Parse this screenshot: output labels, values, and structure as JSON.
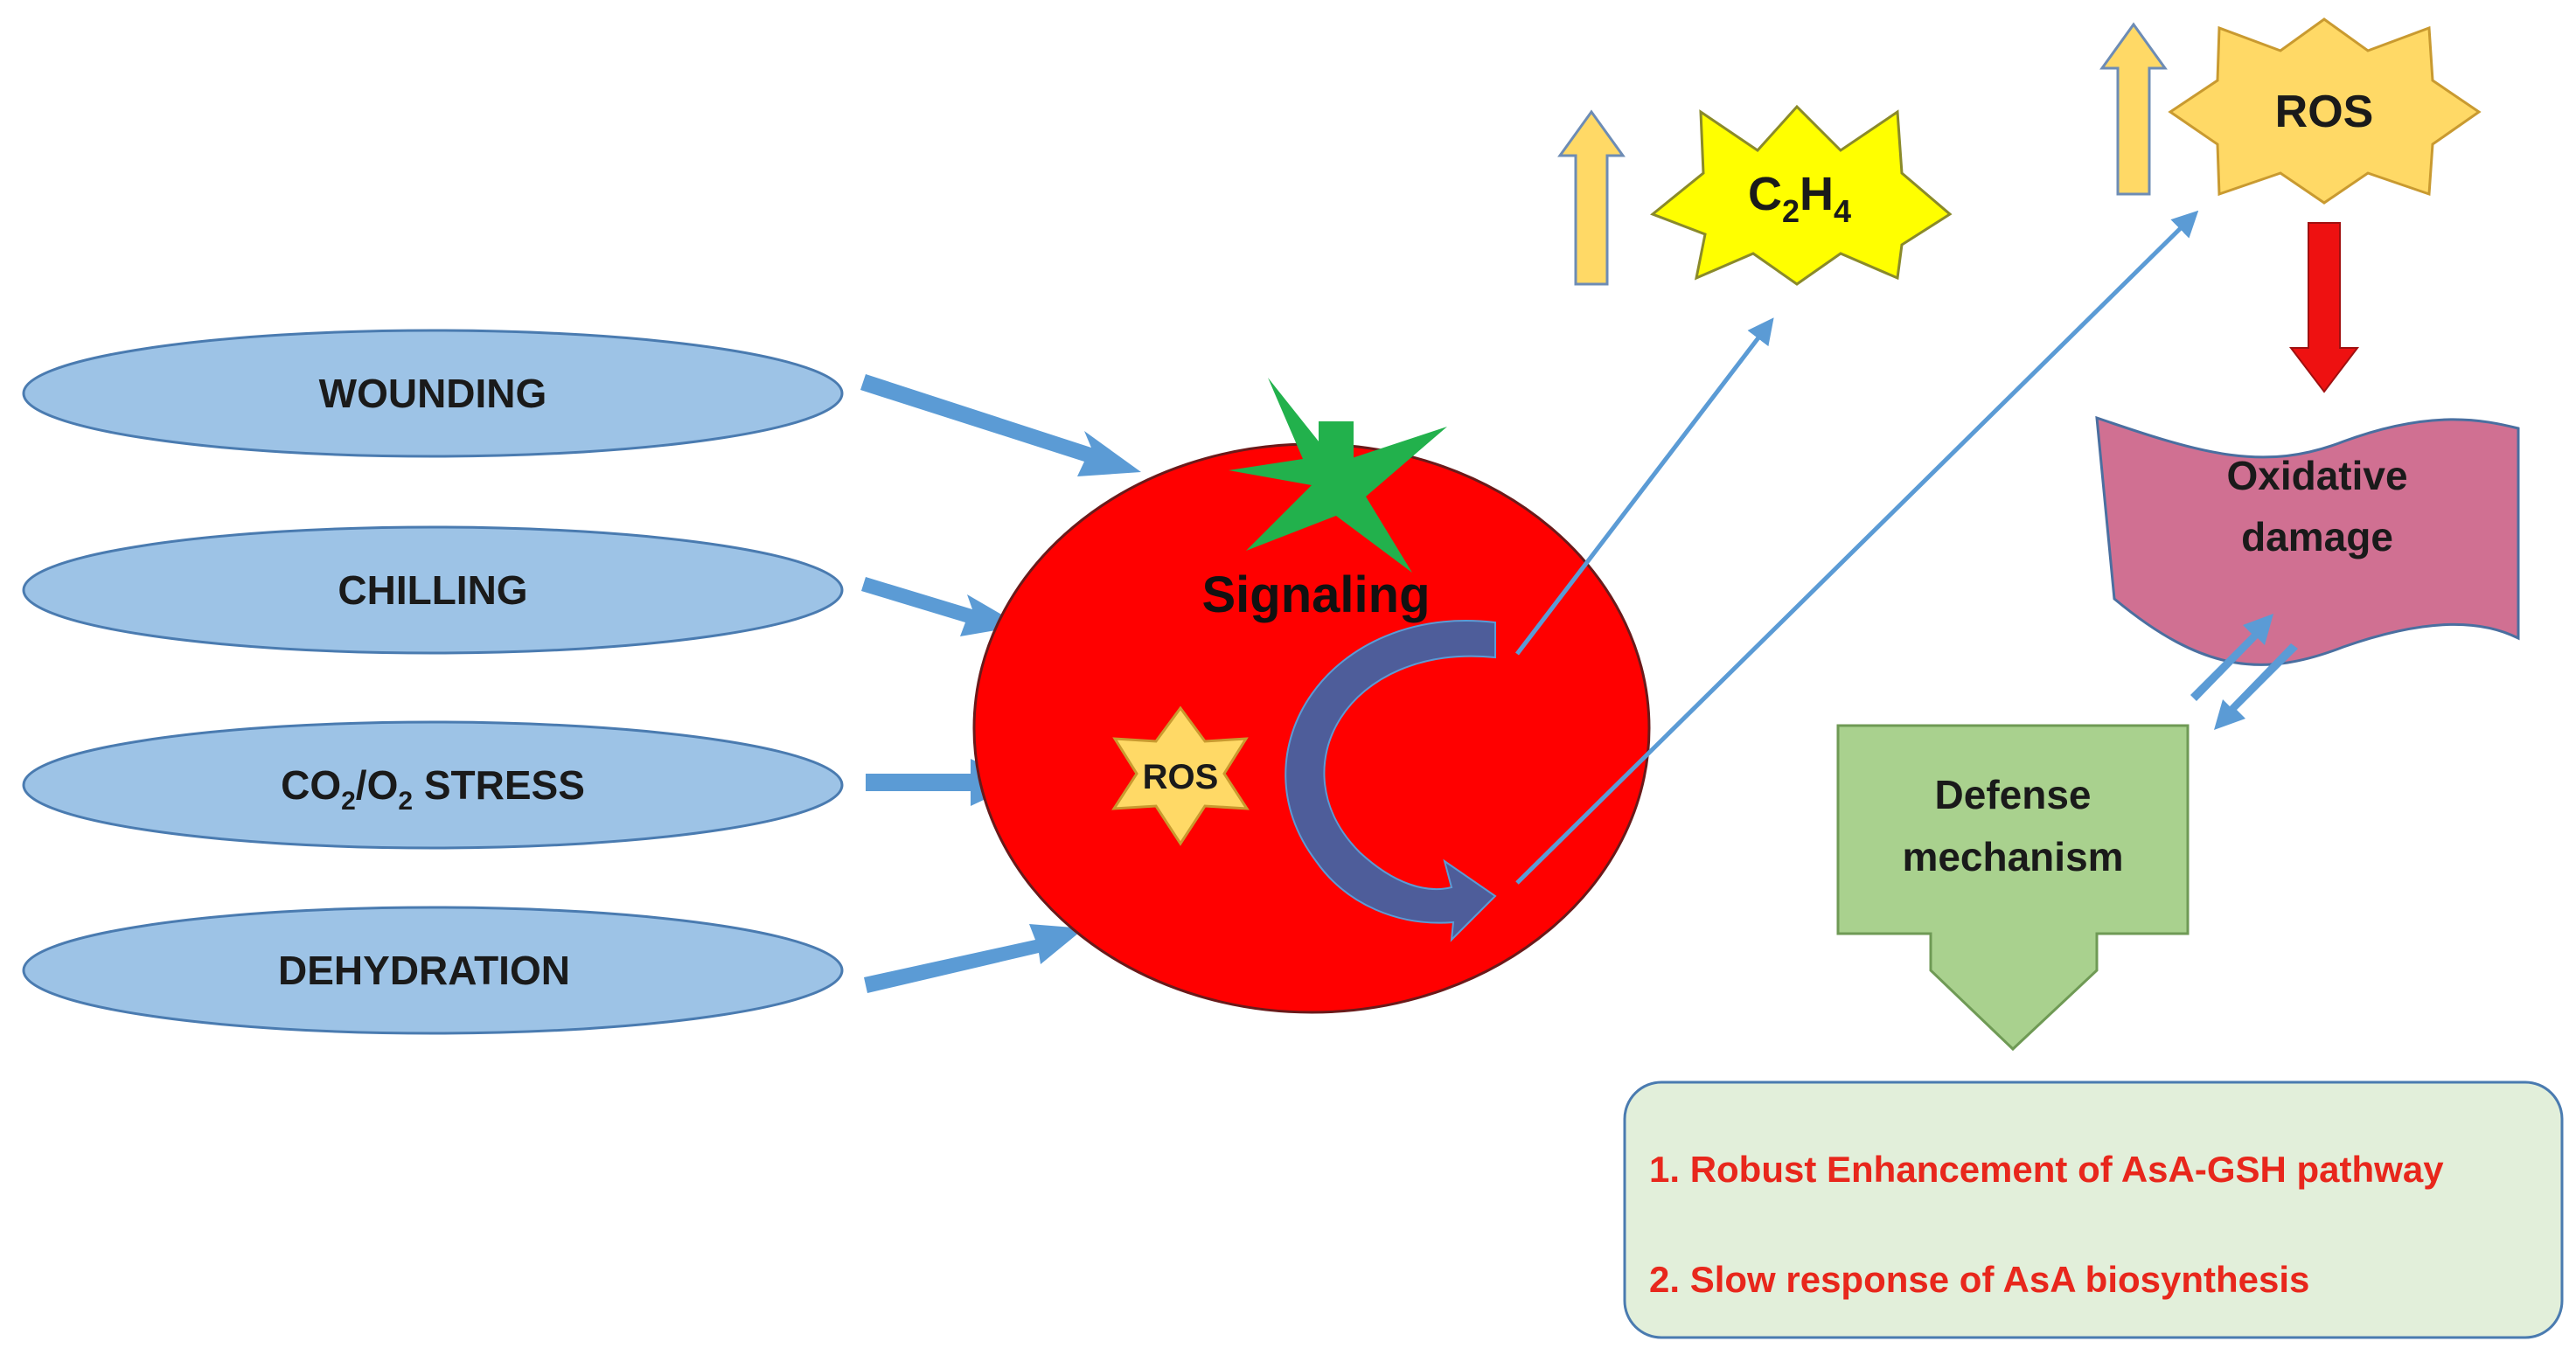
{
  "stressors": [
    {
      "label": "WOUNDING"
    },
    {
      "label": "CHILLING"
    },
    {
      "label": "CO2/O2 STRESS",
      "parts": {
        "a": "CO",
        "a_sub": "2",
        "slash": "/O",
        "b_sub": "2",
        "rest": " STRESS"
      }
    },
    {
      "label": "DEHYDRATION"
    }
  ],
  "tomato": {
    "signaling": "Signaling",
    "ros": "ROS"
  },
  "ethylene": {
    "main": "C",
    "sub1": "2",
    "h": "H",
    "sub2": "4"
  },
  "ros_top": "ROS",
  "oxidative": {
    "line1": "Oxidative",
    "line2": "damage"
  },
  "defense": {
    "line1": "Defense",
    "line2": "mechanism"
  },
  "results": [
    "1. Robust Enhancement of AsA-GSH pathway",
    "2. Slow response of AsA biosynthesis"
  ],
  "colors": {
    "ellipse_fill": "#9dc3e6",
    "ellipse_stroke": "#4a7bb0",
    "arrow_blue": "#5b9bd5",
    "tomato_red": "#ff0000",
    "leaf_green": "#22b14c",
    "ros_star": "#ffd966",
    "c2h4_star": "#ffff00",
    "up_arrow": "#ffd966",
    "red_arrow": "#ee1111",
    "flag_fill": "#d07092",
    "defense_green": "#a9d18e",
    "result_box": "#e2efda",
    "result_text": "#e8271c"
  }
}
